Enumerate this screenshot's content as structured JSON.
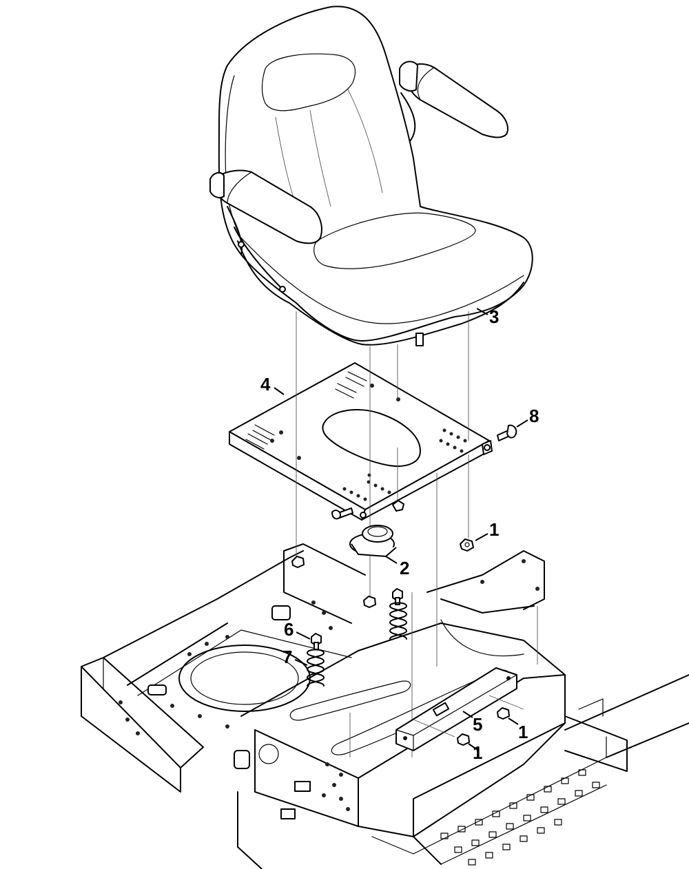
{
  "diagram": {
    "type": "exploded-parts-view",
    "callouts": [
      {
        "id": "c1a",
        "label": "1",
        "part": "nut"
      },
      {
        "id": "c2",
        "label": "2",
        "part": "seat-latch"
      },
      {
        "id": "c3",
        "label": "3",
        "part": "seat"
      },
      {
        "id": "c4",
        "label": "4",
        "part": "seat-mounting-plate"
      },
      {
        "id": "c5",
        "label": "5",
        "part": "bracket"
      },
      {
        "id": "c6",
        "label": "6",
        "part": "nut"
      },
      {
        "id": "c7",
        "label": "7",
        "part": "spring"
      },
      {
        "id": "c8",
        "label": "8",
        "part": "bolt"
      },
      {
        "id": "c1b",
        "label": "1",
        "part": "nut"
      },
      {
        "id": "c1c",
        "label": "1",
        "part": "nut"
      }
    ]
  }
}
